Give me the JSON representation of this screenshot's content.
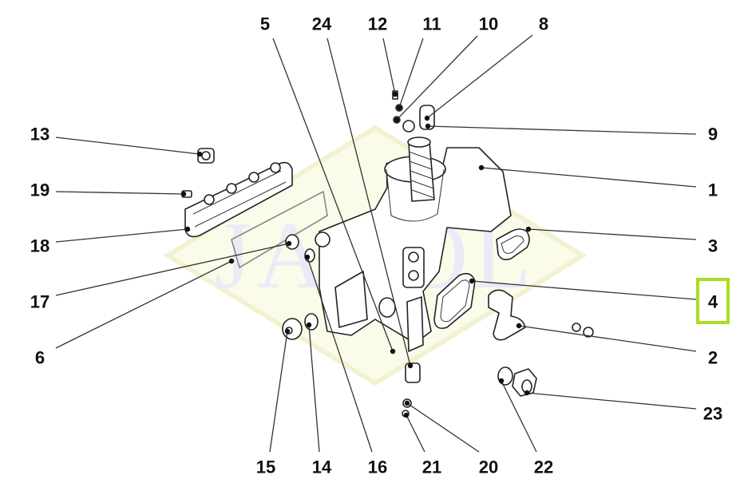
{
  "diagram": {
    "watermark": "JAROL",
    "highlight_color": "#aadd22",
    "highlighted_part": "4",
    "callouts": [
      "5",
      "24",
      "12",
      "11",
      "10",
      "8",
      "13",
      "19",
      "18",
      "17",
      "6",
      "9",
      "1",
      "3",
      "4",
      "2",
      "23",
      "15",
      "14",
      "16",
      "21",
      "20",
      "22"
    ]
  }
}
